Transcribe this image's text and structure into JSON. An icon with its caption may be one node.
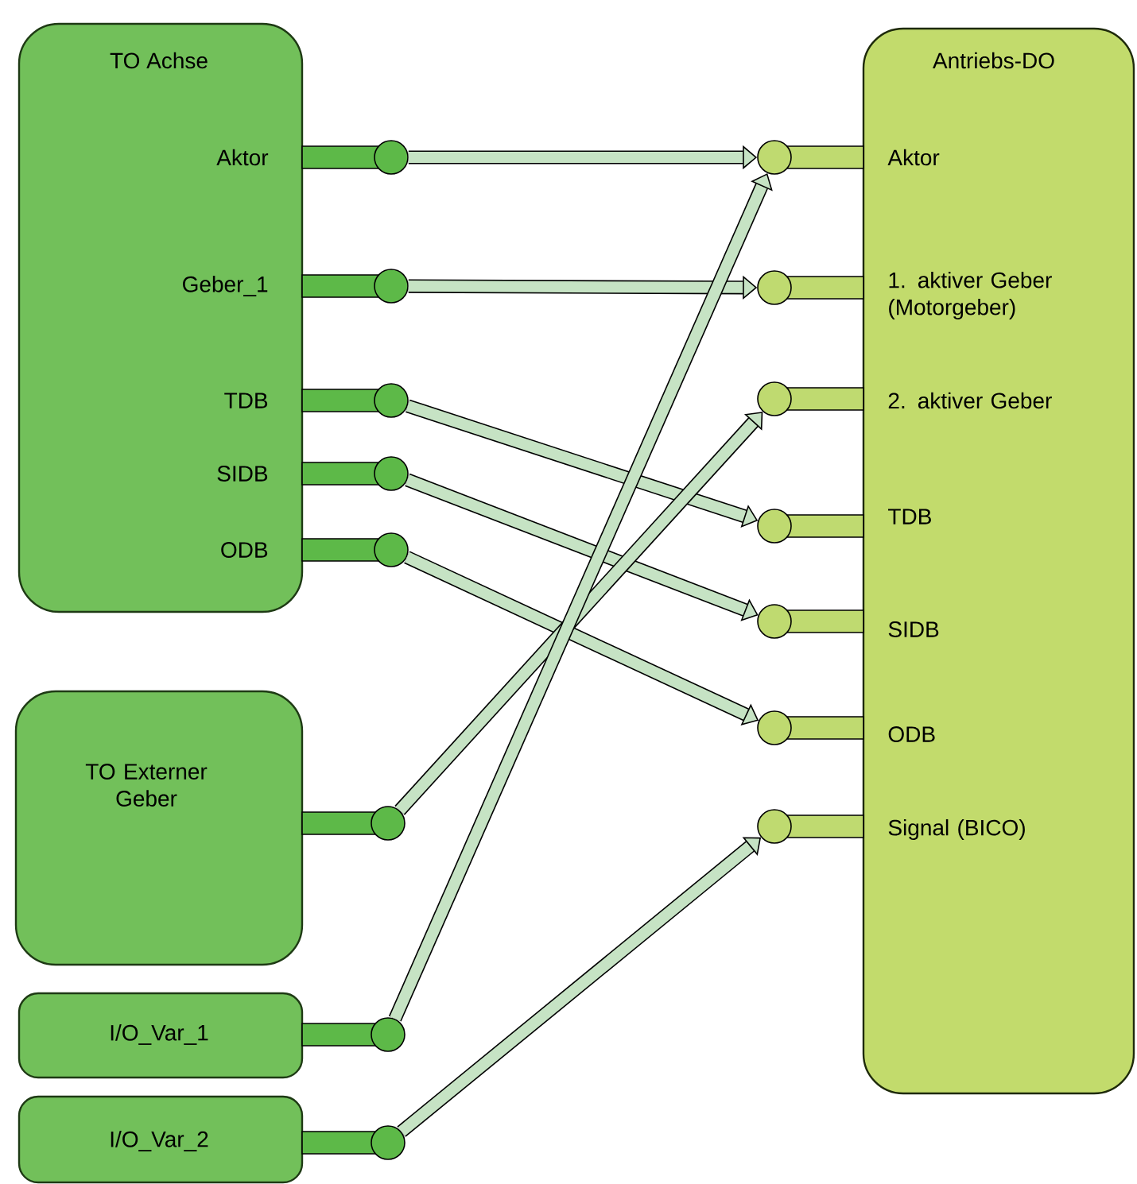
{
  "diagram": {
    "nodes": [
      {
        "text": [
          "TO Achse",
          "Aktor",
          "Geber_1",
          "TDB",
          "SIDB",
          "ODB"
        ]
      },
      {
        "text": [
          "Antriebs-DO",
          "Aktor",
          "1. aktiver Geber (Motorgeber)",
          "2. aktiver Geber",
          "TDB",
          "SIDB",
          "ODB",
          "Signal (BICO)"
        ]
      },
      {
        "text": [
          "TO Externer Geber"
        ]
      },
      {
        "text": [
          "I/O_Var_1"
        ]
      },
      {
        "text": [
          "I/O_Var_2"
        ]
      },
      {
        "text": [],
        "shape": "circle"
      },
      {
        "text": [],
        "shape": "circle"
      },
      {
        "text": [],
        "shape": "circle"
      },
      {
        "text": [],
        "shape": "circle"
      },
      {
        "text": [],
        "shape": "circle"
      },
      {
        "text": [],
        "shape": "circle"
      },
      {
        "text": [],
        "shape": "circle"
      },
      {
        "text": [],
        "shape": "circle"
      },
      {
        "text": [],
        "shape": "circle"
      },
      {
        "text": [],
        "shape": "circle"
      },
      {
        "text": [],
        "shape": "circle"
      },
      {
        "text": [],
        "shape": "circle"
      },
      {
        "text": [],
        "shape": "circle"
      },
      {
        "text": [],
        "shape": "circle"
      },
      {
        "text": [],
        "shape": "circle"
      }
    ],
    "edges": [
      {
        "from": 5,
        "to": 13,
        "arrow": "to"
      },
      {
        "from": 6,
        "to": 14,
        "arrow": "to"
      },
      {
        "from": 7,
        "to": 16,
        "arrow": "to"
      },
      {
        "from": 8,
        "to": 17,
        "arrow": "to"
      },
      {
        "from": 9,
        "to": 18,
        "arrow": "to"
      },
      {
        "from": 10,
        "to": 15,
        "arrow": "to"
      },
      {
        "from": 11,
        "to": 13,
        "arrow": "to"
      },
      {
        "from": 12,
        "to": 19,
        "arrow": "to"
      }
    ]
  }
}
